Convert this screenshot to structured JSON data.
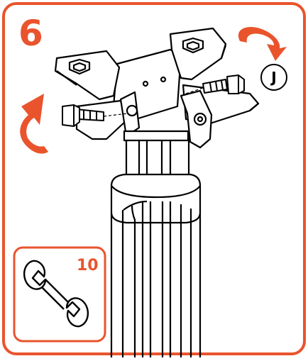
{
  "step": {
    "number": "6"
  },
  "part": {
    "label": "J"
  },
  "tool": {
    "name": "wrench-icon",
    "size_label": "10"
  },
  "colors": {
    "accent": "#e9542d",
    "line": "#000000",
    "background": "#ffffff"
  }
}
